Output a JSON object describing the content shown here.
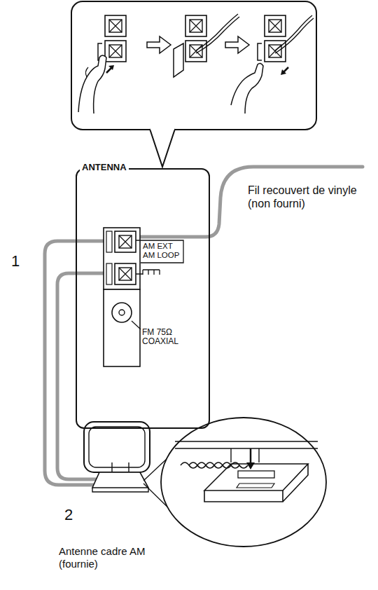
{
  "diagram": {
    "nodes": [
      {
        "text": [
          "ANTENNA"
        ]
      }
    ],
    "labels": [
      "Fil recouvert de vinyle (non fourni)",
      "1",
      "AM EXT",
      "AM LOOP",
      "FM 75Ω COAXIAL",
      "2",
      "Antenne cadre AM (fournie)"
    ]
  }
}
